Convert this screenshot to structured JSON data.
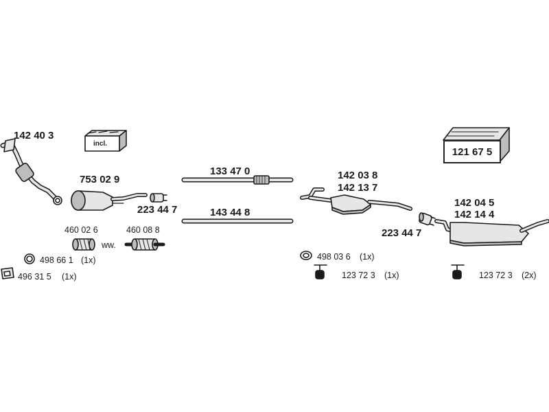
{
  "parts": {
    "front_pipe": "142 40 3",
    "fitting_kit_incl": "incl.",
    "catalytic_converter": "753 02 9",
    "clamp_front": "223 44 7",
    "gasket_a": "460 02 6",
    "gasket_b": "460 08 8",
    "gasket_separator": "ww.",
    "seal_ring": "498 66 1",
    "seal_ring_qty": "(1x)",
    "bracket_front": "496 31 5",
    "bracket_front_qty": "(1x)",
    "intermediate_pipe_1": "133 47 0",
    "intermediate_pipe_2": "143 44 8",
    "middle_silencer_a": "142 03 8",
    "middle_silencer_b": "142 13 7",
    "clamp_middle": "223 44 7",
    "rubber_ring": "498 03 6",
    "rubber_ring_qty": "(1x)",
    "hanger_middle": "123 72 3",
    "hanger_middle_qty": "(1x)",
    "mounting_kit_box": "121 67 5",
    "rear_silencer_a": "142 04 5",
    "rear_silencer_b": "142 14 4",
    "hanger_rear": "123 72 3",
    "hanger_rear_qty": "(2x)"
  },
  "colors": {
    "line": "#1a1a1a",
    "fill_light": "#e6e6e6",
    "fill_mid": "#bdbdbd"
  }
}
